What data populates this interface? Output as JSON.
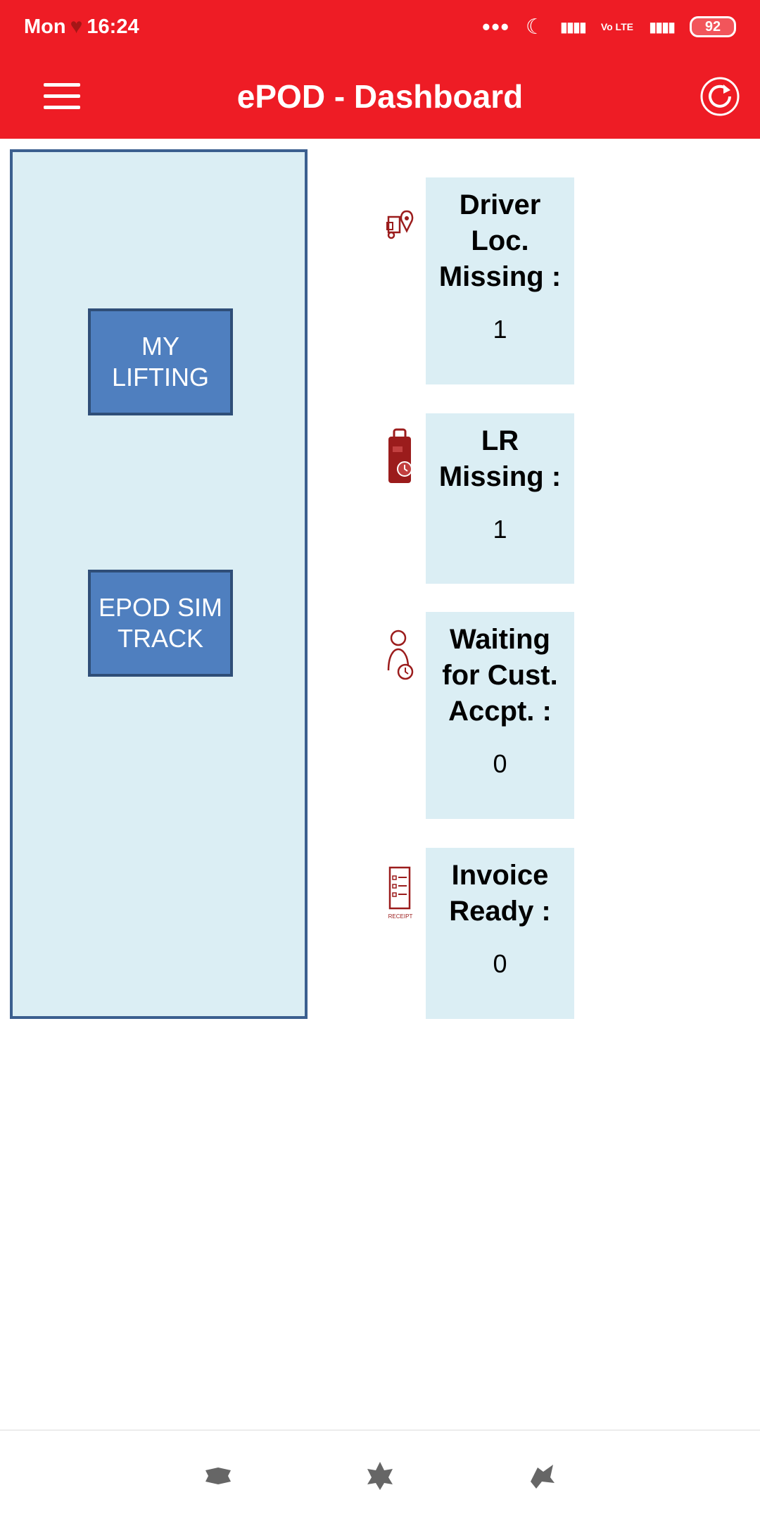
{
  "status_bar": {
    "day": "Mon",
    "time": "16:24",
    "network": "Vo LTE",
    "battery": "92"
  },
  "app_bar": {
    "title": "ePOD - Dashboard"
  },
  "left_panel": {
    "buttons": [
      {
        "label": "MY\nLIFTING"
      },
      {
        "label": "EPOD SIM\nTRACK"
      }
    ]
  },
  "stats": [
    {
      "label": "Driver\nLoc.\nMissing :",
      "value": "1",
      "icon": "truck-location-icon"
    },
    {
      "label": "LR\nMissing :",
      "value": "1",
      "icon": "lr-document-icon"
    },
    {
      "label": "Waiting\nfor Cust.\nAccpt. :",
      "value": "0",
      "icon": "person-clock-icon"
    },
    {
      "label": "Invoice\nReady :",
      "value": "0",
      "icon": "receipt-icon"
    }
  ],
  "icon_labels": {
    "receipt": "RECEIPT"
  },
  "colors": {
    "primary": "#ee1c25",
    "panel": "#dbeef4",
    "button": "#4f7fbf",
    "icon": "#9b1c1c"
  }
}
